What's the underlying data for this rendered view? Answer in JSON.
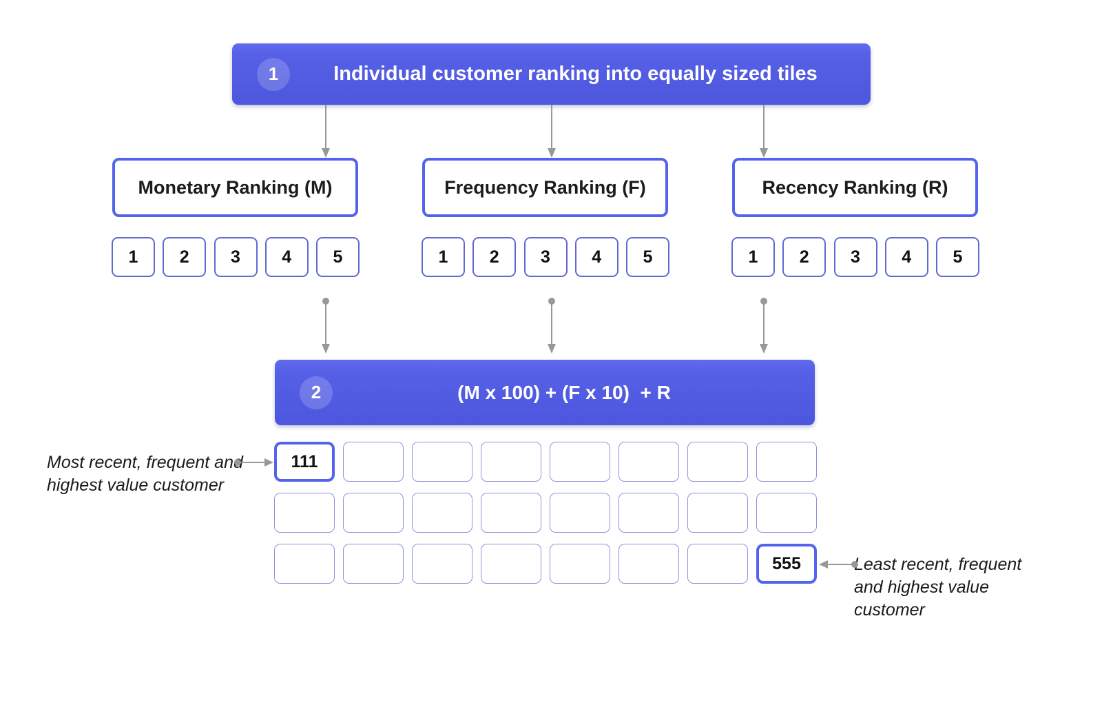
{
  "diagram": {
    "step1": {
      "badge": "1",
      "title": "Individual customer ranking into equally sized tiles"
    },
    "rankings": [
      {
        "label": "Monetary Ranking (M)",
        "tiles": [
          "1",
          "2",
          "3",
          "4",
          "5"
        ]
      },
      {
        "label": "Frequency Ranking (F)",
        "tiles": [
          "1",
          "2",
          "3",
          "4",
          "5"
        ]
      },
      {
        "label": "Recency Ranking (R)",
        "tiles": [
          "1",
          "2",
          "3",
          "4",
          "5"
        ]
      }
    ],
    "step2": {
      "badge": "2",
      "formula": "(M x 100) + (F x 10)  + R"
    },
    "score_grid": {
      "rows": 3,
      "cols": 8,
      "first_cell_value": "111",
      "last_cell_value": "555"
    },
    "annotations": {
      "most": "Most recent, frequent and highest value customer",
      "least": "Least recent, frequent and highest value customer"
    }
  },
  "colors": {
    "accent_blue": "#5560e6",
    "accent_blue_dark": "#4d57dd",
    "box_border_blue": "#5463ee",
    "tile_border_blue": "#5f6ad0",
    "cell_border_light": "#8d93da",
    "arrow_gray": "#989898",
    "text_dark": "#1c1c1e"
  }
}
